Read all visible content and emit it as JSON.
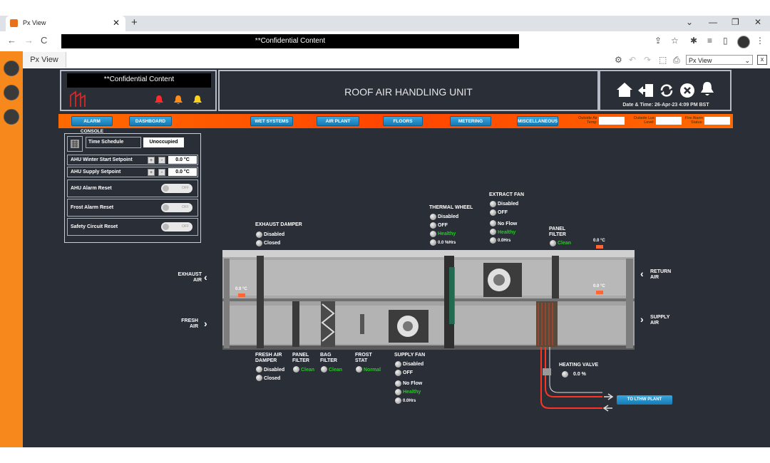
{
  "browser": {
    "tab_title": "Px View",
    "new_tab": "+",
    "tab_close": "✕",
    "address": "**Confidential Content",
    "nav_back": "←",
    "nav_forward": "→",
    "nav_reload": "C",
    "win_chevron": "⌄",
    "win_min": "—",
    "win_max": "❐",
    "win_close": "✕"
  },
  "app": {
    "tab_label": "Px View",
    "view_select": "Px View",
    "close_label": "x"
  },
  "header": {
    "confidential": "**Confidential Content",
    "title": "ROOF AIR HANDLING UNIT",
    "datetime": "Date & Time:   26-Apr-23 4:09 PM BST"
  },
  "nav": {
    "buttons": [
      "ALARM CONSOLE",
      "DASHBOARD",
      "WET SYSTEMS",
      "AIR PLANT",
      "FLOORS",
      "METERING",
      "MISCELLANEOUS"
    ],
    "outside_air_temp": "Outside Air Temp:",
    "outside_lux": "Outside Lux Level:",
    "fire_alarm": "Fire Alarm Status:"
  },
  "controls": {
    "time_schedule_label": "Time Schedule",
    "time_schedule_value": "Unoccupied",
    "winter_start_label": "AHU Winter Start Setpoint",
    "winter_start_value": "0.0 °C",
    "supply_setpoint_label": "AHU Supply Setpoint",
    "supply_setpoint_value": "0.0 °C",
    "alarm_reset_label": "AHU Alarm Reset",
    "frost_reset_label": "Frost Alarm Reset",
    "safety_reset_label": "Safety Circuit Reset",
    "toggle_off": "OFF",
    "plus": "+",
    "minus": "-"
  },
  "diagram": {
    "exhaust_damper": {
      "title": "EXHAUST DAMPER",
      "s1": "Disabled",
      "s2": "Closed"
    },
    "thermal_wheel": {
      "title": "THERMAL WHEEL",
      "s1": "Disabled",
      "s2": "OFF",
      "s3": "Healthy",
      "s4": "0.0 %Hrs"
    },
    "extract_fan": {
      "title": "EXTRACT FAN",
      "s1": "Disabled",
      "s2": "OFF",
      "s3": "No Flow",
      "s4": "Healthy",
      "s5": "0.0Hrs"
    },
    "panel_filter_top": {
      "title": "PANEL FILTER",
      "s1": "Clean"
    },
    "fresh_air_damper": {
      "title": "FRESH AIR DAMPER",
      "s1": "Disabled",
      "s2": "Closed"
    },
    "panel_filter_bottom": {
      "title": "PANEL FILTER",
      "s1": "Clean"
    },
    "bag_filter": {
      "title": "BAG FILTER",
      "s1": "Clean"
    },
    "frost_stat": {
      "title": "FROST STAT",
      "s1": "Normal"
    },
    "supply_fan": {
      "title": "SUPPLY FAN",
      "s1": "Disabled",
      "s2": "OFF",
      "s3": "No Flow",
      "s4": "Healthy",
      "s5": "0.0Hrs"
    },
    "heating_valve": {
      "title": "HEATING VALVE",
      "s1": "0.0 %"
    },
    "exhaust_air": "EXHAUST AIR",
    "fresh_air": "FRESH AIR",
    "return_air": "RETURN AIR",
    "supply_air": "SUPPLY AIR",
    "temp_exhaust": "0.0 °C",
    "temp_return": "0.0 °C",
    "temp_supply": "0.0 °C",
    "lthw_button": "TO LTHW PLANT"
  },
  "colors": {
    "orange": "#f7891c",
    "canvas": "#2a2e37",
    "healthy": "#26c926",
    "nav_button": "#1f8cc8"
  }
}
